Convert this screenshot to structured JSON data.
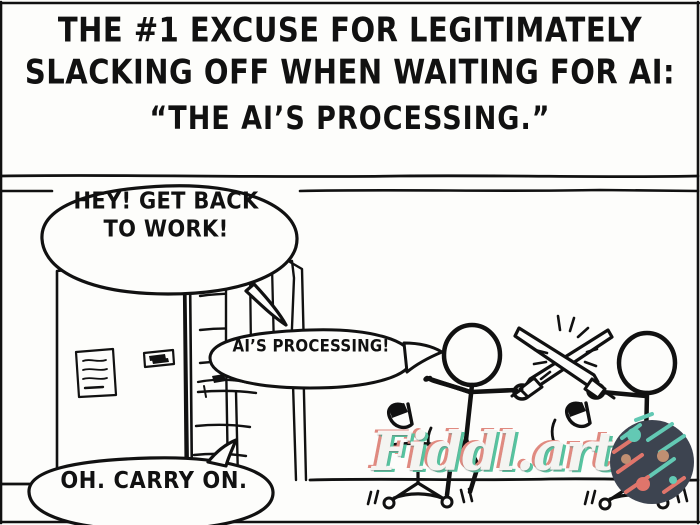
{
  "comic": {
    "caption": {
      "line1": "THE #1 EXCUSE FOR LEGITIMATELY",
      "line2": "SLACKING OFF WHEN WAITING FOR AI:",
      "line3": "“THE AI’S PROCESSING.”"
    },
    "speech_bubbles": [
      {
        "id": "boss-shout",
        "text": "HEY! GET BACK\nTO WORK!",
        "speaker": "off-panel boss"
      },
      {
        "id": "employee-reply",
        "text": "AI’S PROCESSING!",
        "speaker": "left stick figure"
      },
      {
        "id": "boss-accept",
        "text": "OH.  CARRY ON.",
        "speaker": "off-panel boss"
      }
    ],
    "watermark": {
      "text": "Fiddl.art",
      "shadow_warm": "#e08a80",
      "shadow_cool": "#57c4a0",
      "face": "#f4f4f1"
    },
    "logo_badge": {
      "name": "fiddl-circle-badge",
      "background": "#3d4450",
      "accent_teal": "#63c9b4",
      "accent_salmon": "#e0756b",
      "accent_tan": "#c08f72"
    },
    "scene": {
      "setting": "office cubicle",
      "props": [
        "door",
        "wall-note",
        "nameplate",
        "cubicle-partition",
        "desk",
        "office-chair-left",
        "office-chair-right",
        "crossed-swords"
      ],
      "characters": [
        "stick-figure-left",
        "stick-figure-right"
      ]
    },
    "colors": {
      "ink": "#111111",
      "paper": "#fdfdfb"
    }
  }
}
